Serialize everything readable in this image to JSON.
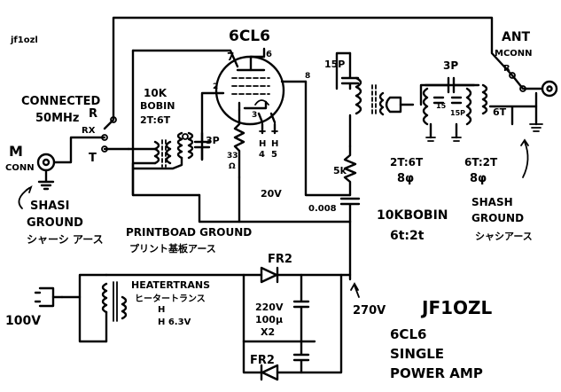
{
  "diagram": {
    "id_tag": "jf1ozl",
    "tube": "6CL6",
    "tube_pins": {
      "pin7": "7",
      "pin6": "6",
      "pin2": "2",
      "pin8": "8",
      "pin3": "3",
      "h4": "H",
      "h5": "H",
      "n4": "4",
      "n5": "5"
    },
    "ant_label": "ANT",
    "ant_connector": "MCONN",
    "relay_r_right": "R",
    "connected": "CONNECTED",
    "rx_freq": "50MHz",
    "rx": "RX",
    "relay_r_left": "R",
    "t_label": "T",
    "m_label": "M",
    "m_conn": "CONN",
    "bobin_left_1": "10K",
    "bobin_left_2": "BOBIN",
    "bobin_left_3": "2T:6T",
    "cap_3p_left": "3P",
    "res_33": "33",
    "res_omega": "Ω",
    "cap_15p": "15P",
    "cap_3p_right": "3P",
    "cap_15_1": "15",
    "cap_15_2": "15P",
    "out_6t": "6T",
    "coil_2t6t": "2T:6T",
    "coil_8phi_1": "8φ",
    "coil_6t2t": "6T:2T",
    "coil_8phi_2": "8φ",
    "res_5k": "5k",
    "cap_0008": "0.008",
    "volt_20v": "20V",
    "bobin_bottom_1": "10KBOBIN",
    "bobin_bottom_2": "6t:2t",
    "shasi_left_1": "SHASI",
    "shasi_left_2": "GROUND",
    "shasi_left_jp": "シャーシ アース",
    "shash_right_1": "SHASH",
    "shash_right_2": "GROUND",
    "shash_right_jp": "シャシアース",
    "print_ground": "PRINTBOAD GROUND",
    "print_ground_jp": "プリント基板アース",
    "heater_trans": "HEATERTRANS",
    "heater_trans_jp": "ヒータートランス",
    "heater_h1": "H",
    "heater_h2": "H 6.3V",
    "ac_in": "100V",
    "diode_top": "FR2",
    "diode_bottom": "FR2",
    "elec_cap_1": "220V",
    "elec_cap_2": "100μ",
    "elec_cap_3": "X2",
    "b_plus": "270V",
    "signature": "JF1OZL",
    "title_1": "6CL6",
    "title_2": "SINGLE",
    "title_3": "POWER AMP"
  }
}
